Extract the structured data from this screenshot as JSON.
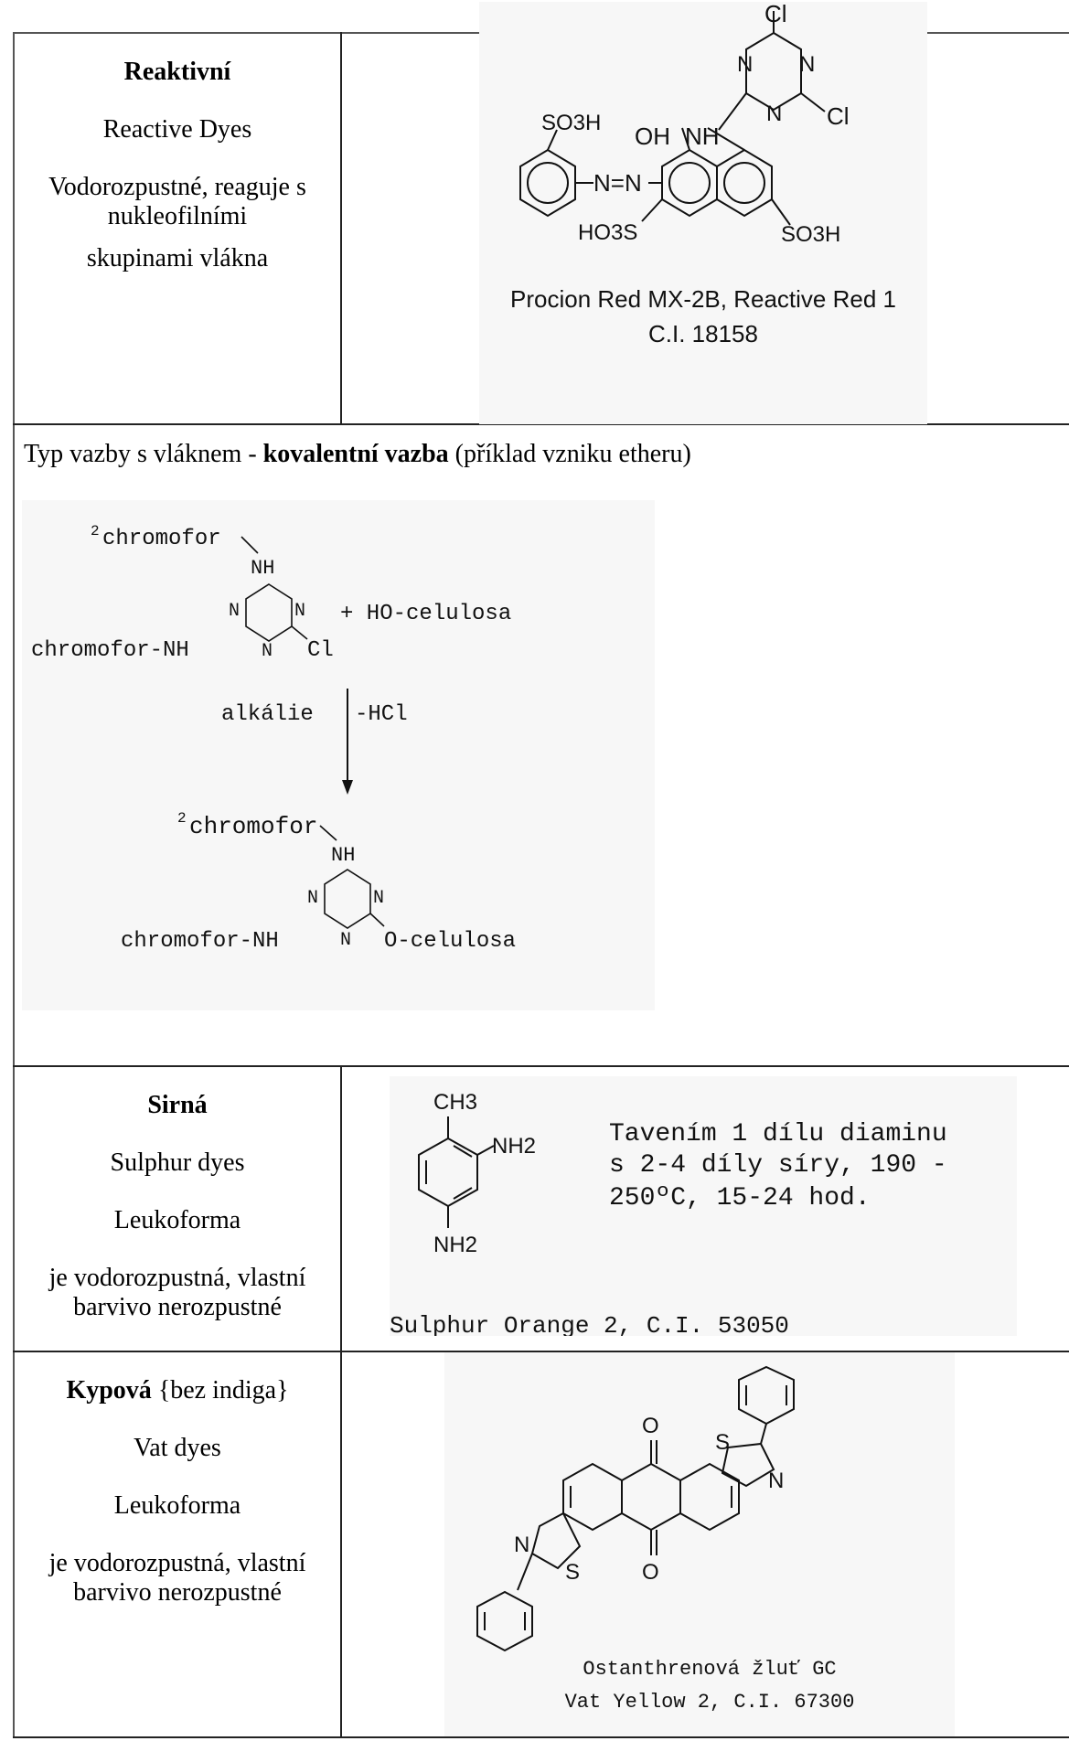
{
  "reactive": {
    "name_cz": "Reaktivní",
    "name_en": "Reactive Dyes",
    "desc_line1": "Vodorozpustné, reaguje s nukleofilními",
    "desc_line2": "skupinami vlákna",
    "structure": {
      "atom_cl_top": "Cl",
      "atom_cl_right": "Cl",
      "atom_n1": "N",
      "atom_n2": "N",
      "atom_n3": "N",
      "atom_nh": "NH",
      "atom_oh": "OH",
      "group_so3h_left": "SO3H",
      "group_so3h_right": "SO3H",
      "group_ho3s": "HO3S",
      "azo": "N=N",
      "caption_line1": "Procion Red MX-2B, Reactive Red 1",
      "caption_line2": "C.I. 18158"
    }
  },
  "bond_type": {
    "prefix": "Typ vazby s vláknem - ",
    "bold": "kovalentní vazba",
    "suffix": " (příklad vzniku etheru)",
    "scheme": {
      "chromofor2_sup": "2",
      "chromofor2": "chromofor",
      "nh": "NH",
      "n": "N",
      "chromofor_nh": "chromofor-NH",
      "cl": "Cl",
      "plus_reagent": "+ HO-celulosa",
      "condition_left": "alkálie",
      "condition_right": "-HCl",
      "product_tail": "O-celulosa"
    }
  },
  "sulphur": {
    "name_cz": "Sirná",
    "name_en": "Sulphur dyes",
    "leuko": "Leukoforma",
    "desc": "je vodorozpustná, vlastní barvivo nerozpustné",
    "structure": {
      "ch3": "CH3",
      "nh2_top": "NH2",
      "nh2_bottom": "NH2",
      "text_line1": "Tavením 1 dílu diaminu",
      "text_line2": "s 2-4 díly síry, 190 -",
      "text_line3": "250ºC, 15-24 hod.",
      "caption": "Sulphur Orange 2, C.I. 53050"
    }
  },
  "vat": {
    "name_cz": "Kypová",
    "name_note": "{bez indiga}",
    "name_en": "Vat dyes",
    "leuko": "Leukoforma",
    "desc": "je vodorozpustná, vlastní barvivo nerozpustné",
    "structure": {
      "o": "O",
      "s": "S",
      "n": "N",
      "caption_line1": "Ostanthrenová žluť GC",
      "caption_line2": "Vat Yellow 2, C.I. 67300"
    }
  }
}
